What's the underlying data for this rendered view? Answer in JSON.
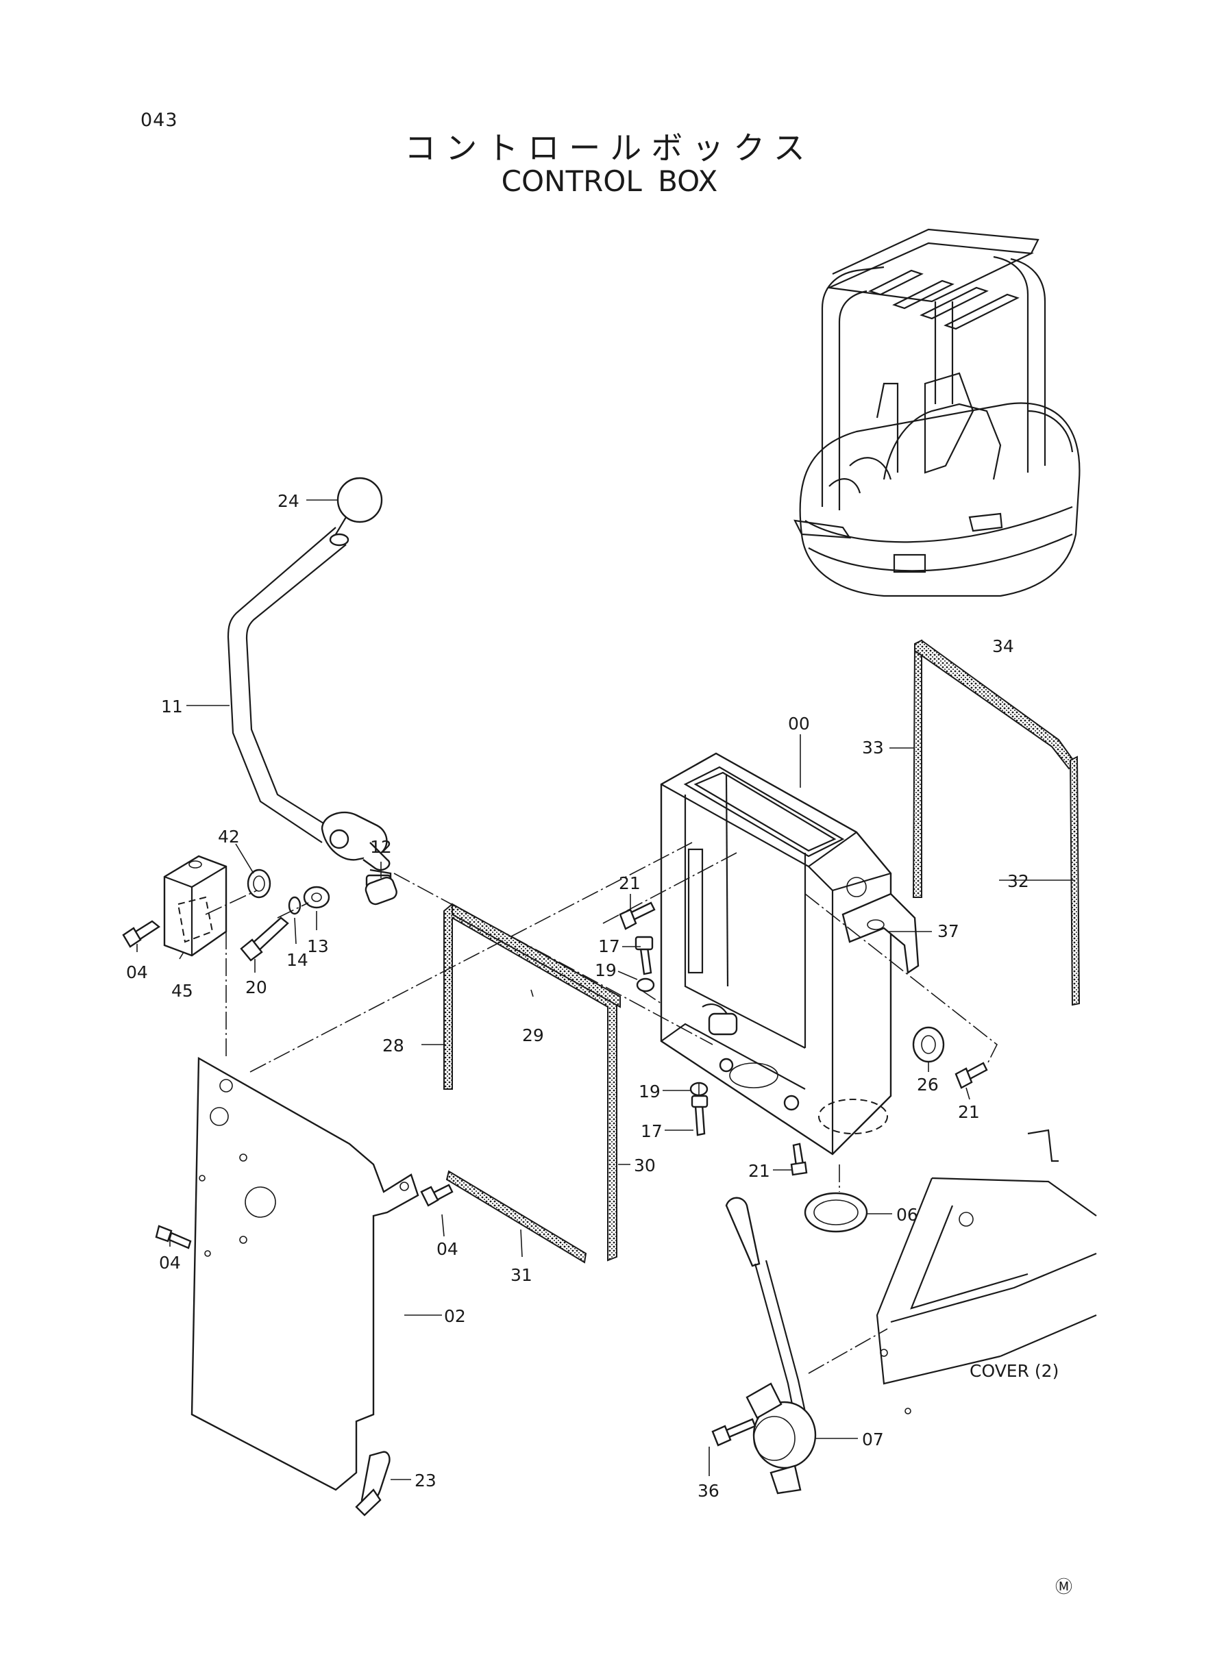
{
  "page_number": "043",
  "title_jp": "コントロールボックス",
  "title_en": "CONTROL BOX",
  "parts": {
    "p00": "00",
    "p02": "02",
    "p04a": "04",
    "p04b": "04",
    "p04c": "04",
    "p06": "06",
    "p07": "07",
    "p11": "11",
    "p12": "12",
    "p13": "13",
    "p14": "14",
    "p17a": "17",
    "p17b": "17",
    "p19a": "19",
    "p19b": "19",
    "p20": "20",
    "p21a": "21",
    "p21b": "21",
    "p21c": "21",
    "p23": "23",
    "p24": "24",
    "p26": "26",
    "p28": "28",
    "p29": "29",
    "p30": "30",
    "p31": "31",
    "p32": "32",
    "p33": "33",
    "p34": "34",
    "p36": "36",
    "p37": "37",
    "p42": "42",
    "p45": "45"
  },
  "cover_note": "COVER (2)",
  "mark": "Ⓜ",
  "icons": {
    "machine": "mini-excavator-illustration",
    "knob": "lever-knob-icon",
    "box": "control-box-frame"
  }
}
